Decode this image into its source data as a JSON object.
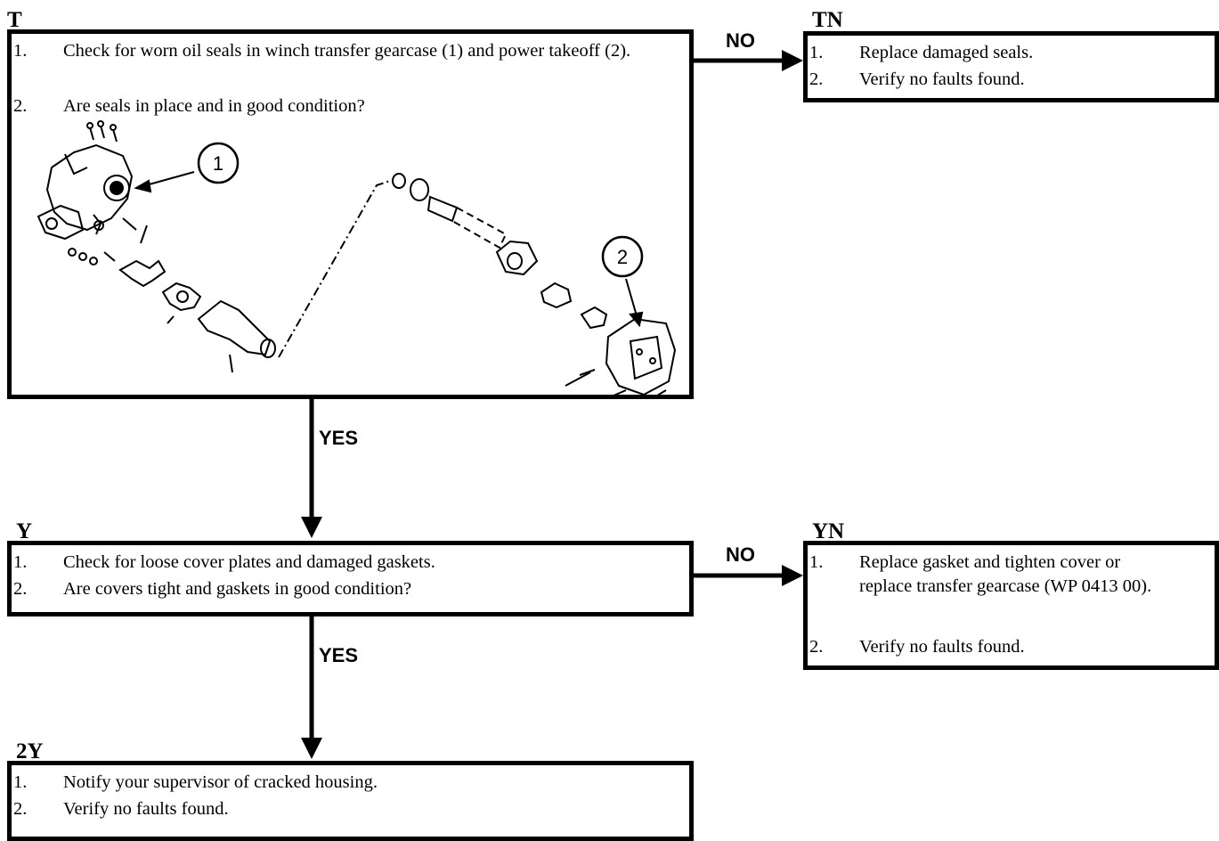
{
  "steps": {
    "T": {
      "label": "T",
      "items": [
        {
          "num": "1.",
          "text": "Check for worn oil seals in winch transfer gearcase (1) and power takeoff (2)."
        },
        {
          "num": "2.",
          "text": "Are seals in place and in good condition?"
        }
      ],
      "figure": {
        "callouts": [
          "1",
          "2"
        ]
      }
    },
    "TN": {
      "label": "TN",
      "items": [
        {
          "num": "1.",
          "text": "Replace damaged seals."
        },
        {
          "num": "2.",
          "text": "Verify no faults found."
        }
      ]
    },
    "Y": {
      "label": "Y",
      "items": [
        {
          "num": "1.",
          "text": "Check for loose cover plates and damaged gaskets."
        },
        {
          "num": "2.",
          "text": "Are covers tight and gaskets in good condition?"
        }
      ]
    },
    "YN": {
      "label": "YN",
      "items": [
        {
          "num": "1.",
          "text": "Replace gasket and tighten cover or replace transfer gearcase (WP 0413 00)."
        },
        {
          "num": "2.",
          "text": "Verify no faults found."
        }
      ]
    },
    "2Y": {
      "label": "2Y",
      "items": [
        {
          "num": "1.",
          "text": "Notify your supervisor of cracked housing."
        },
        {
          "num": "2.",
          "text": "Verify no faults found."
        }
      ]
    }
  },
  "connectors": {
    "no": "NO",
    "yes": "YES"
  }
}
